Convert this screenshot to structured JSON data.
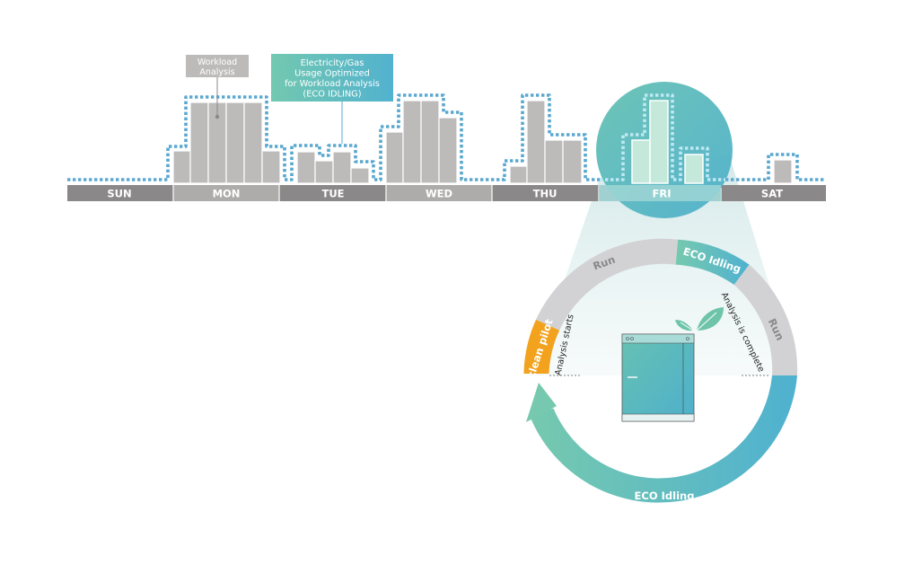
{
  "days": [
    "SUN",
    "MON",
    "TUE",
    "WED",
    "THU",
    "FRI",
    "SAT"
  ],
  "callouts": {
    "workload": [
      "Workload",
      "Analysis"
    ],
    "eco": [
      "Electricity/Gas",
      "Usage Optimized",
      "for Workload Analysis",
      "(ECO IDLING)"
    ]
  },
  "cycle": {
    "clean_pilot": "clean pilot",
    "analysis_starts": "Analysis starts",
    "run_top": "Run",
    "eco_top": "ECO Idling",
    "analysis_complete": "Analysis is complete",
    "run_right": "Run",
    "eco_bottom": "ECO Idling"
  },
  "colors": {
    "bar": "#bdbaba",
    "bar_stroke": "#ffffff",
    "day_band": "#8a8888",
    "dotted": "#5aa8cf",
    "teal_start": "#72c8b0",
    "teal_end": "#52b2cf",
    "gray_arc": "#d2d2d4",
    "orange": "#f2a21d"
  }
}
